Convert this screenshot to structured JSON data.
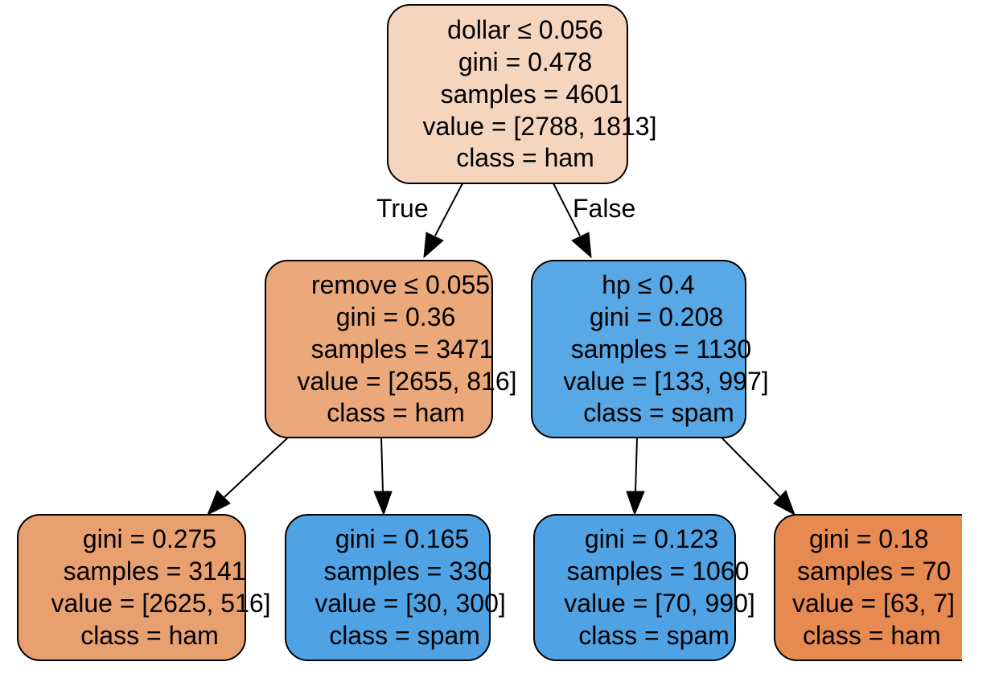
{
  "tree": {
    "colors": {
      "root": "#f6d5bf",
      "remove_split": "#eba87a",
      "hp_split": "#58a8e6",
      "leaf_ham_left": "#e9a070",
      "leaf_spam_left": "#4fa3e4",
      "leaf_spam_right": "#4fa3e4",
      "leaf_ham_right": "#e78a52",
      "stroke": "#000000"
    },
    "nodes": {
      "root": {
        "lines": [
          "dollar ≤ 0.056",
          "gini = 0.478",
          "samples = 4601",
          "value = [2788, 1813]",
          "class = ham"
        ]
      },
      "remove_split": {
        "lines": [
          "remove ≤ 0.055",
          "gini = 0.36",
          "samples = 3471",
          "value = [2655, 816]",
          "class = ham"
        ]
      },
      "hp_split": {
        "lines": [
          "hp ≤ 0.4",
          "gini = 0.208",
          "samples = 1130",
          "value = [133, 997]",
          "class = spam"
        ]
      },
      "leaf_ham_left": {
        "lines": [
          "gini = 0.275",
          "samples = 3141",
          "value = [2625, 516]",
          "class = ham"
        ]
      },
      "leaf_spam_left": {
        "lines": [
          "gini = 0.165",
          "samples = 330",
          "value = [30, 300]",
          "class = spam"
        ]
      },
      "leaf_spam_right": {
        "lines": [
          "gini = 0.123",
          "samples = 1060",
          "value = [70, 990]",
          "class = spam"
        ]
      },
      "leaf_ham_right": {
        "lines": [
          "gini = 0.18",
          "samples = 70",
          "value = [63, 7]",
          "class = ham"
        ]
      }
    },
    "edge_labels": {
      "true_label": "True",
      "false_label": "False"
    }
  }
}
